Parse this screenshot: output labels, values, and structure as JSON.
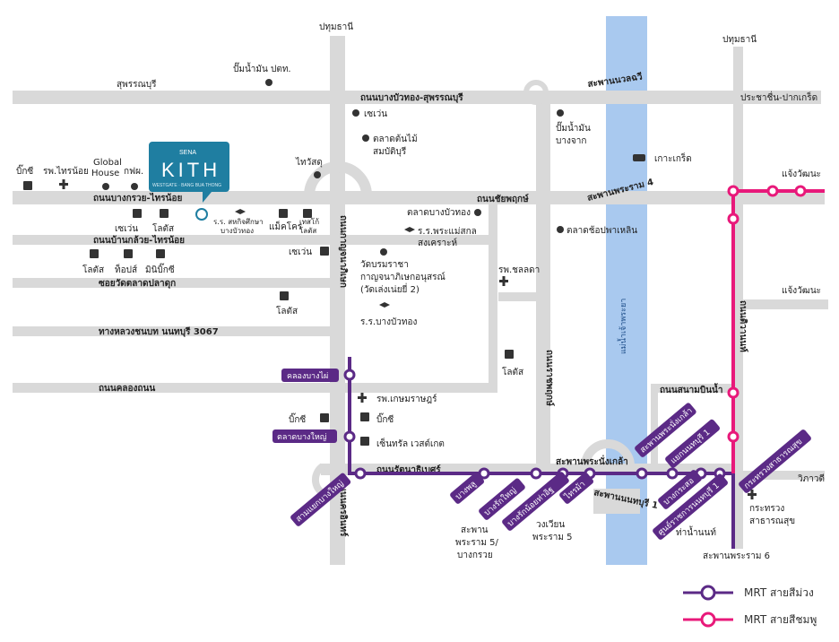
{
  "brand": {
    "small": "SENA",
    "name": "KITH",
    "tag": "WESTGATE · BANG BUA THONG"
  },
  "roads": {
    "bangbuathong_suphan": "ถนนบางบัวทอง-สุพรรณบุรี",
    "bangkruai_sainoi": "ถนนบางกรวย-ไทรน้อย",
    "chaiyaphruek": "ถนนชัยพฤกษ์",
    "bankluai_sainoi": "ถนนบ้านกล้วย-ไทรน้อย",
    "soi_wat": "ซอยวัดตลาดปลาดุก",
    "highway_3067": "ทางหลวงชนบท นนทบุรี 3067",
    "khlong_thanon": "ถนนคลองถนน",
    "rattanathibet": "ถนนรัตนาธิเบศร์",
    "kanchanaphisek": "ถนนกาญจนาภิเษก",
    "ratchaphruek": "ถนนราชพฤกษ์",
    "nakhon_inthon": "ถนนนครอินทร์",
    "tiwanon": "ถนนติวานนท์",
    "sanambinnam": "ถนนสนามบินน้ำ",
    "pathum_1": "ปทุมธานี",
    "pathum_2": "ปทุมธานี",
    "suphan": "สุพรรณบุรี",
    "pracha_pakkret": "ประชาชื่น-ปากเกร็ด",
    "chaeng_1": "แจ้งวัฒนะ",
    "chaeng_2": "แจ้งวัฒนะ",
    "vibhavadi": "วิภาวดี",
    "bridge_wat_lat": "สะพานนวลฉวี",
    "bridge_rama4": "สะพานพระราม 4",
    "bridge_nangklao": "สะพานพระนั่งเกล้า",
    "bridge_nonthaburi1": "สะพานนนทบุรี 1",
    "river": "แม่น้ำเจ้าพระยา",
    "bottom_rama5": "สะพาน\nพระราม 5/\nบางกรวย",
    "bottom_circle": "วงเวียน\nพระราม 5",
    "bottom_thanam": "ท่าน้ำนนท์",
    "bottom_rama6": "สะพานพระราม 6"
  },
  "places": {
    "bigc_w": "บิ๊กซี",
    "hosp_sainoi": "รพ.ไทรน้อย",
    "global_house": "Global\nHouse",
    "post": "กฟผ.",
    "gas_ptt": "ปั๊มน้ำมัน ปตท.",
    "seven_1": "เซเว่น",
    "lotus_1": "โลตัส",
    "school_1": "ร.ร. สหกิจศึกษา\nบางบัวทอง",
    "makro": "แม็คโคร",
    "tesco": "เทสโก้\nโลตัส",
    "lotus_2": "โลตัส",
    "tops": "ท็อปส์",
    "minibigc": "มินิบิ๊กซี",
    "tawasu": "ไทวัสดุ",
    "seven_2": "เซเว่น",
    "seven_3": "เซเว่น",
    "market_tree": "ตลาดต้นไม้\nสมบัติบุรี",
    "market_bbt": "ตลาดบางบัวทอง",
    "school_mae": "ร.ร.พระแม่สกล\nสงเคราะห์",
    "wat": "วัดบรมราชา\nกาญจนาภิเษกอนุสรณ์\n(วัดเล่งเน่ยยี่ 2)",
    "school_bbt": "ร.ร.บางบัวทอง",
    "lotus_3": "โลตัส",
    "gas_bangchak": "ปั๊มน้ำมัน\nบางจาก",
    "koh_kret": "เกาะเกร็ด",
    "market_chatuchak": "ตลาดช้อปพาเหลิน",
    "hosp_chonlada": "รพ.ชลลดา",
    "lotus_4": "โลตัส",
    "hosp_kasem": "รพ.เกษมราษฎร์",
    "bigc_2": "บิ๊กซี",
    "bigc_3": "บิ๊กซี",
    "central": "เซ็นทรัล เวสต์เกต",
    "ministry": "กระทรวง\nสาธารณสุข"
  },
  "stations": {
    "khlong_bang_phai": "คลองบางไผ่",
    "talad_bang_yai": "ตลาดบางใหญ่",
    "sam_yaek": "สามแยกบางใหญ่",
    "bang_phlu": "บางพลู",
    "bang_rak_yai": "บางรักใหญ่",
    "bang_rak_noi": "บางรักน้อยท่าอิฐ",
    "sai_ma": "ไทรม้า",
    "phra_nang_klao": "สะพานพระนั่งเกล้า",
    "yaek_nonthaburi1": "แยกนนทบุรี 1",
    "bang_krasor": "บางกระสอ",
    "sri_nonthaburi": "ศูนย์ราชการนนทบุรี 1",
    "ministry_stn": "กระทรวงสาธารณสุข"
  },
  "legend": {
    "purple": "MRT สายสีม่วง",
    "pink": "MRT สายสีชมพู"
  },
  "colors": {
    "road": "#d9d9d9",
    "river": "#a9c9ef",
    "purple": "#5b2a86",
    "pink": "#e8197a",
    "brand": "#1f7ea1"
  }
}
